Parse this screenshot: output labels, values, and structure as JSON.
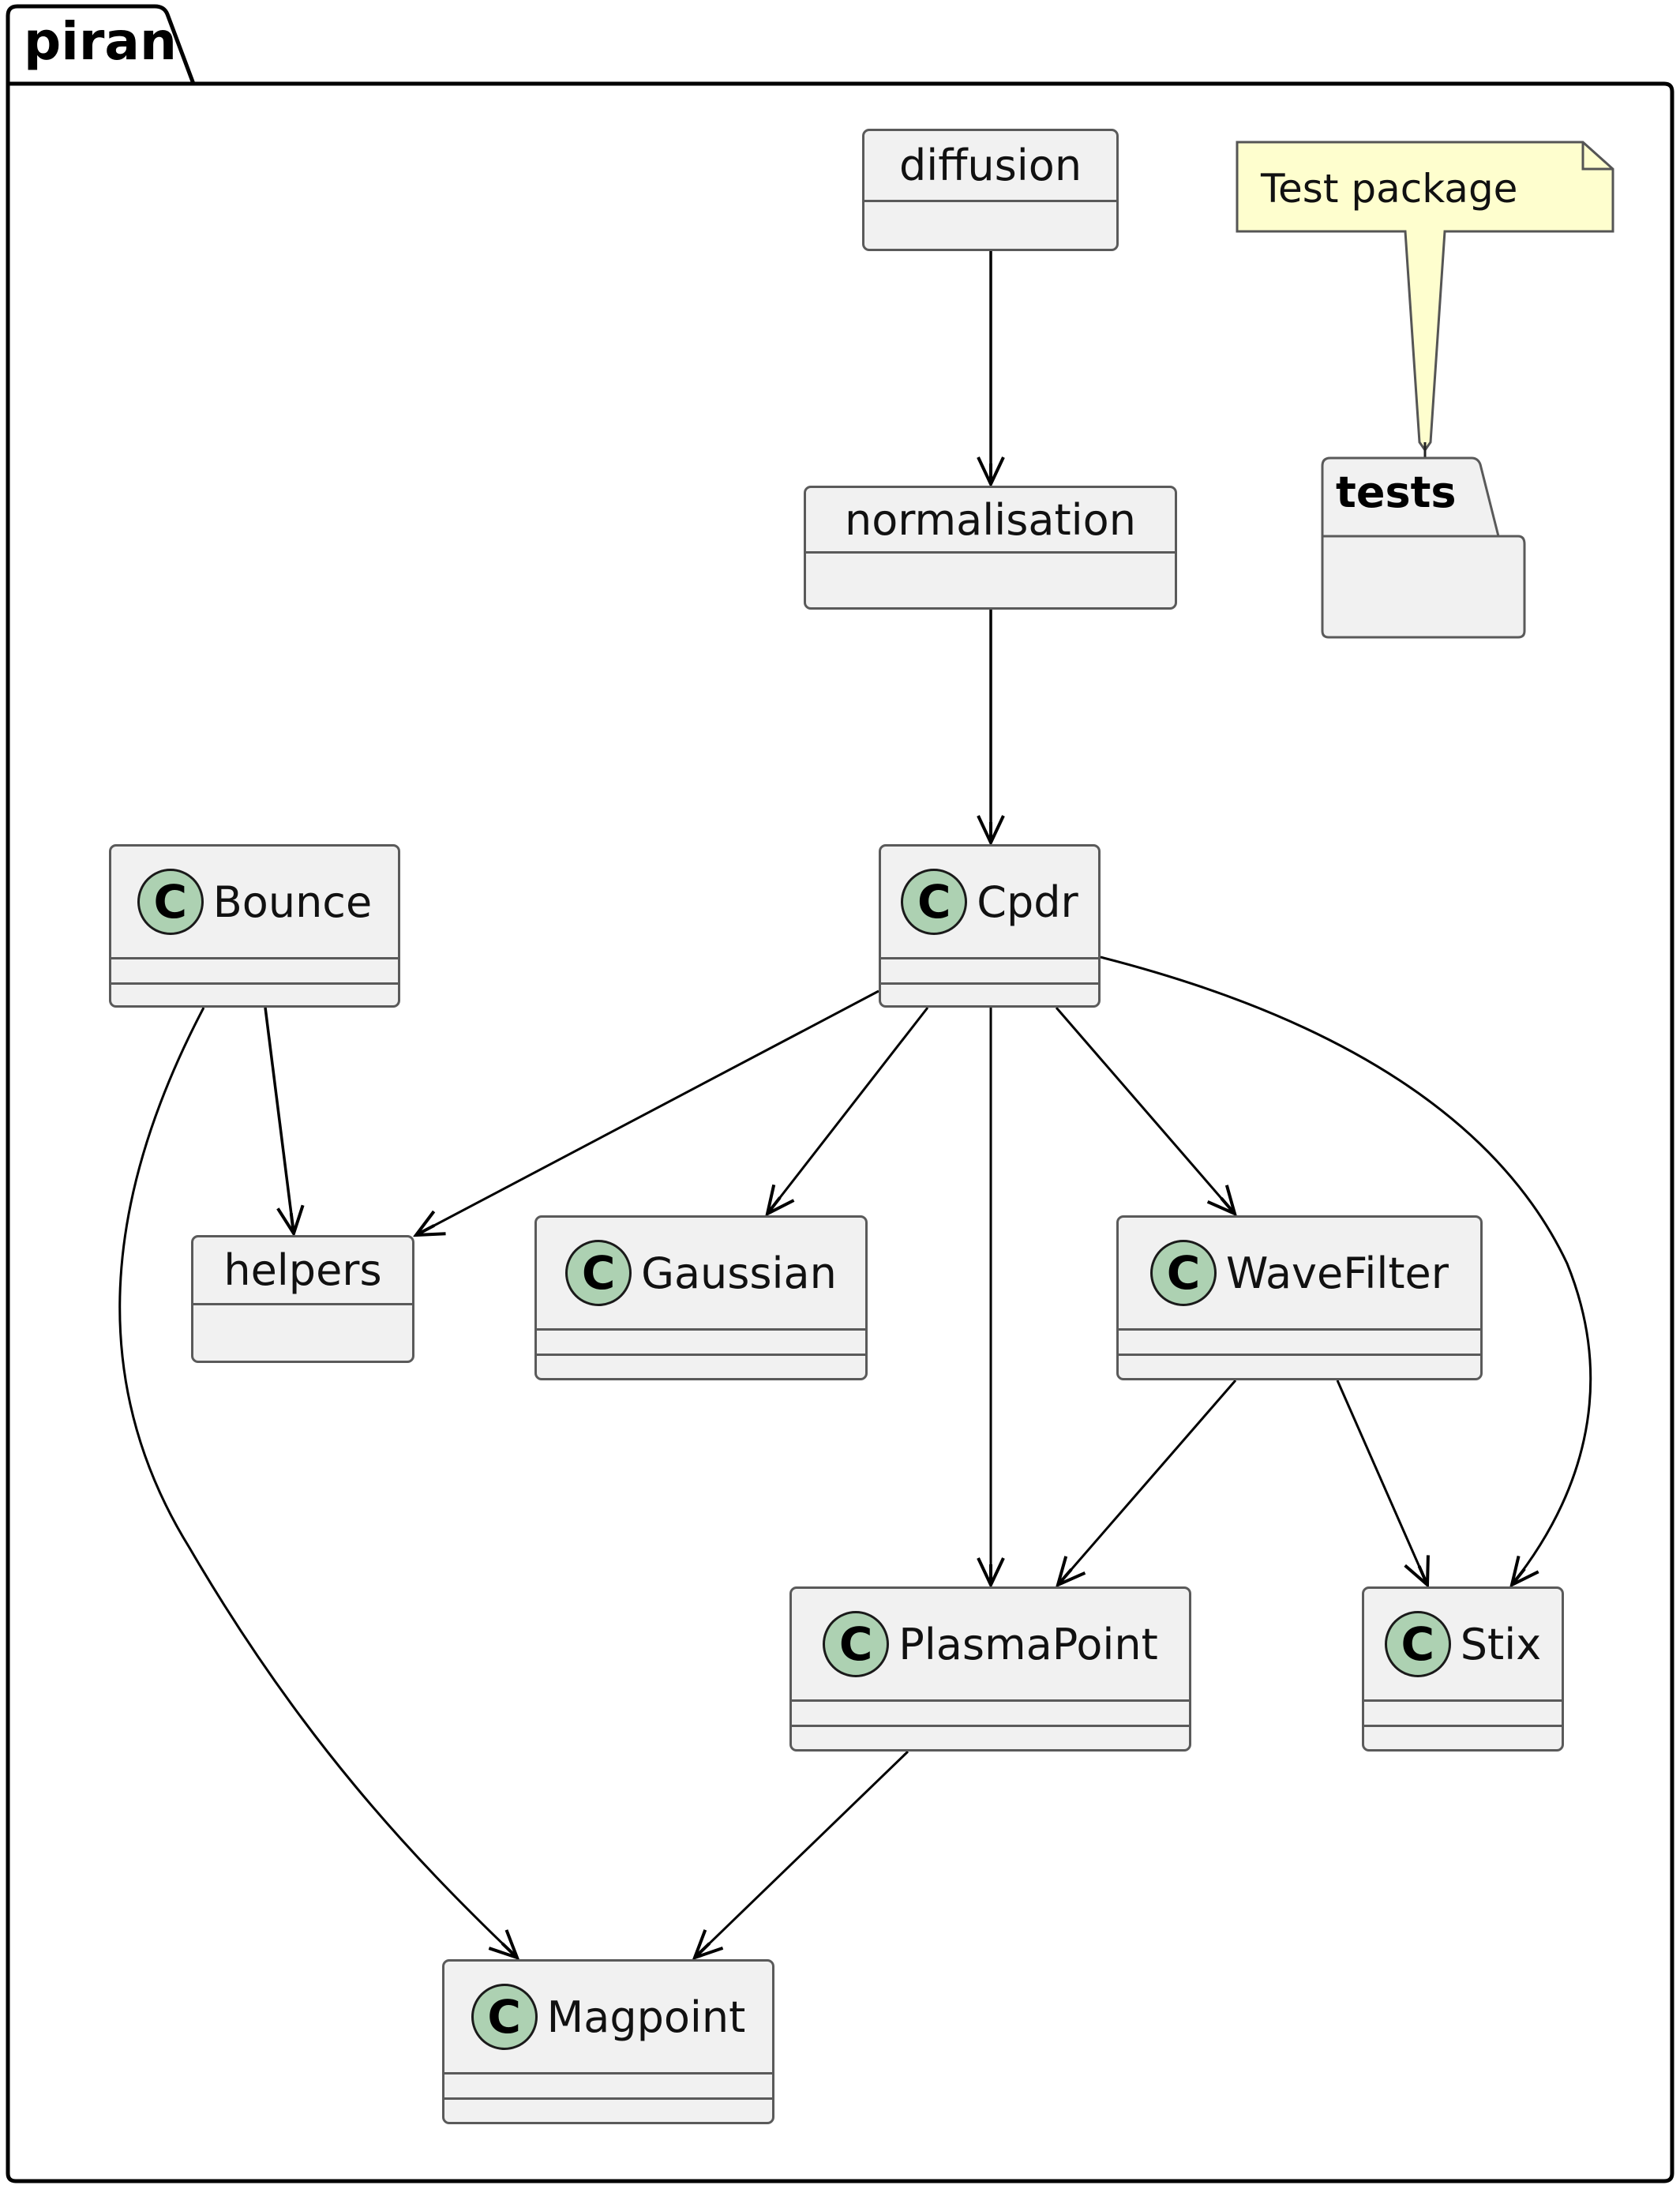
{
  "diagram": {
    "type": "uml-class-diagram",
    "package": {
      "name": "piran"
    },
    "note": {
      "text": "Test package",
      "attached_to": "tests"
    },
    "subpackage": {
      "name": "tests"
    },
    "nodes": {
      "diffusion": {
        "label": "diffusion",
        "kind": "module"
      },
      "normalisation": {
        "label": "normalisation",
        "kind": "module"
      },
      "bounce": {
        "label": "Bounce",
        "kind": "class",
        "icon": "C"
      },
      "cpdr": {
        "label": "Cpdr",
        "kind": "class",
        "icon": "C"
      },
      "helpers": {
        "label": "helpers",
        "kind": "module"
      },
      "gaussian": {
        "label": "Gaussian",
        "kind": "class",
        "icon": "C"
      },
      "wavefilter": {
        "label": "WaveFilter",
        "kind": "class",
        "icon": "C"
      },
      "plasmapoint": {
        "label": "PlasmaPoint",
        "kind": "class",
        "icon": "C"
      },
      "stix": {
        "label": "Stix",
        "kind": "class",
        "icon": "C"
      },
      "magpoint": {
        "label": "Magpoint",
        "kind": "class",
        "icon": "C"
      }
    },
    "edges": [
      {
        "from": "diffusion",
        "to": "normalisation"
      },
      {
        "from": "normalisation",
        "to": "Cpdr"
      },
      {
        "from": "Bounce",
        "to": "helpers"
      },
      {
        "from": "Bounce",
        "to": "Magpoint"
      },
      {
        "from": "Cpdr",
        "to": "helpers"
      },
      {
        "from": "Cpdr",
        "to": "Gaussian"
      },
      {
        "from": "Cpdr",
        "to": "PlasmaPoint"
      },
      {
        "from": "Cpdr",
        "to": "WaveFilter"
      },
      {
        "from": "Cpdr",
        "to": "Stix"
      },
      {
        "from": "WaveFilter",
        "to": "PlasmaPoint"
      },
      {
        "from": "WaveFilter",
        "to": "Stix"
      },
      {
        "from": "PlasmaPoint",
        "to": "Magpoint"
      }
    ],
    "colors": {
      "class_icon_fill": "#add1b2",
      "node_fill": "#f1f1f1",
      "note_fill": "#fefece",
      "line": "#000000"
    }
  }
}
